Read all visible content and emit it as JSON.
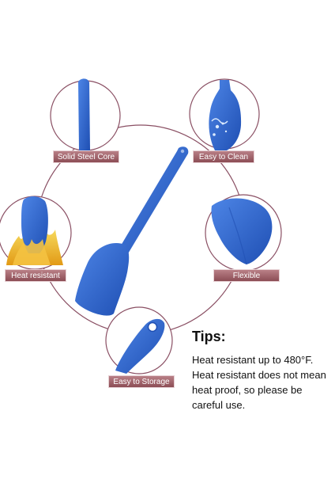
{
  "features": {
    "core": "Solid Steel Core",
    "clean": "Easy to Clean",
    "heat": "Heat resistant",
    "flexible": "Flexible",
    "storage": "Easy to Storage"
  },
  "tips": {
    "title": "Tips:",
    "line1": "Heat resistant up to 480°F.",
    "line2": "Heat resistant does not mean heat proof, so please be careful use."
  },
  "colors": {
    "spatula_blue": "#2f63c8",
    "circle_outline": "#8a4f63",
    "label_bg": "#9b5f67"
  }
}
